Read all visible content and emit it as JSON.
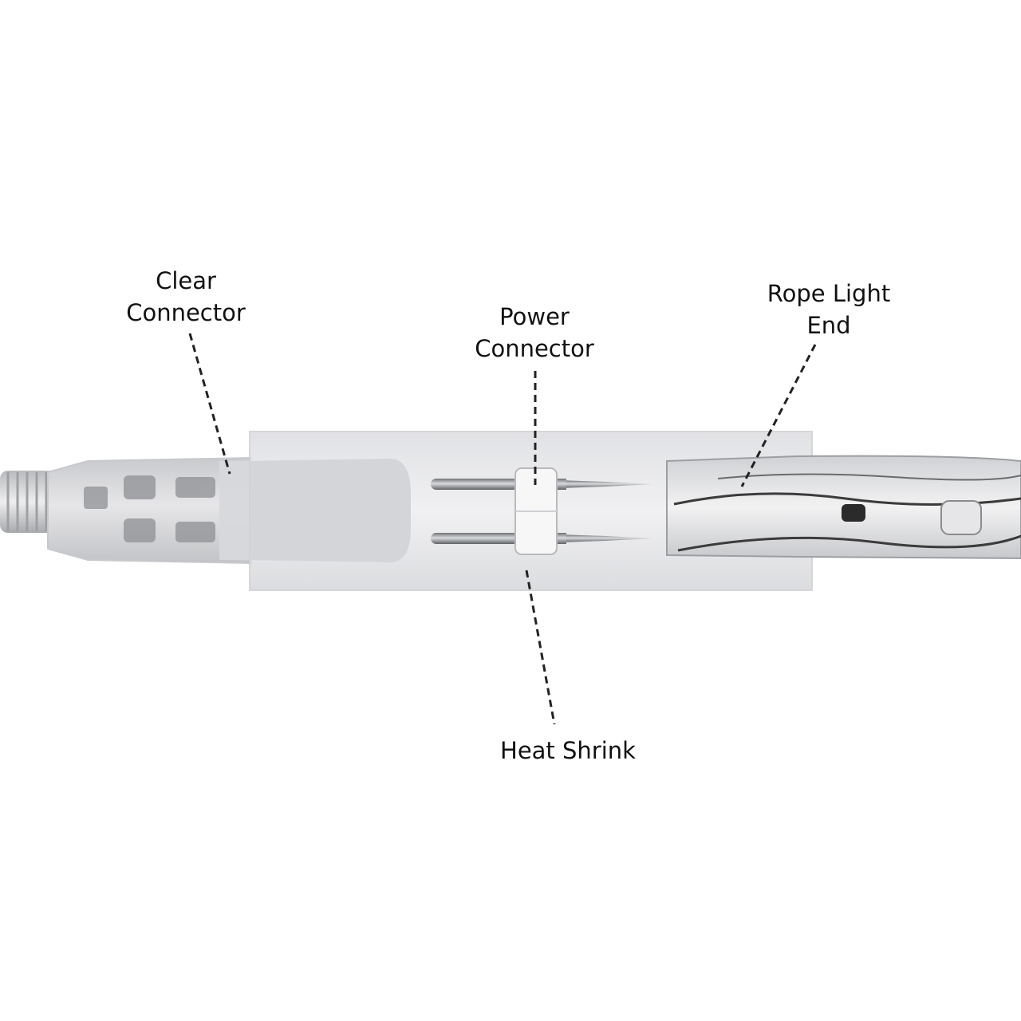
{
  "labels": {
    "clear_connector": {
      "line1": "Clear",
      "line2": "Connector"
    },
    "power_connector": {
      "line1": "Power",
      "line2": "Connector"
    },
    "rope_light_end": {
      "line1": "Rope Light",
      "line2": "End"
    },
    "heat_shrink": {
      "line1": "Heat Shrink"
    }
  },
  "colors": {
    "background": "#ffffff",
    "text": "#111111",
    "leader_line": "#222222",
    "heat_shrink": "#e9e9ea",
    "connector": "#dcdcde",
    "pin": "#8a8d91",
    "rope_wire": "#3b3b3b"
  }
}
